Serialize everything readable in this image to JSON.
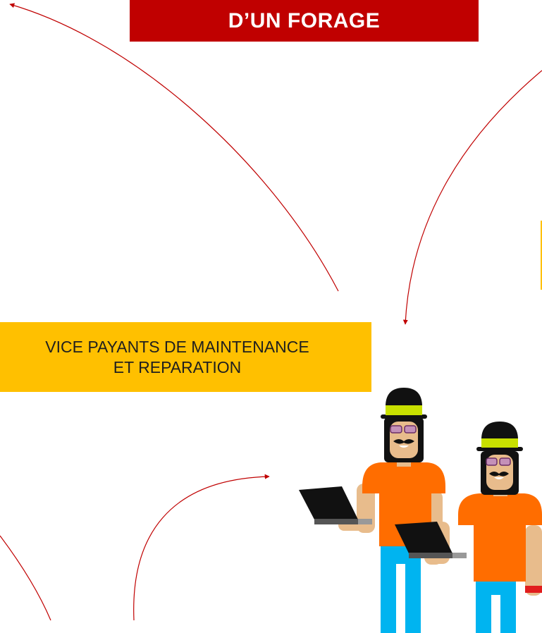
{
  "title": "D’UN FORAGE",
  "service": {
    "line1": "VICE PAYANTS DE MAINTENANCE",
    "line2": "ET REPARATION"
  },
  "illustration": "two-technicians-with-laptops",
  "colors": {
    "title_bg": "#c00000",
    "service_bg": "#ffc000",
    "arrow": "#c00000",
    "shirt": "#ff6d00",
    "pants": "#00b4f0",
    "hat_band": "#c8e000"
  }
}
